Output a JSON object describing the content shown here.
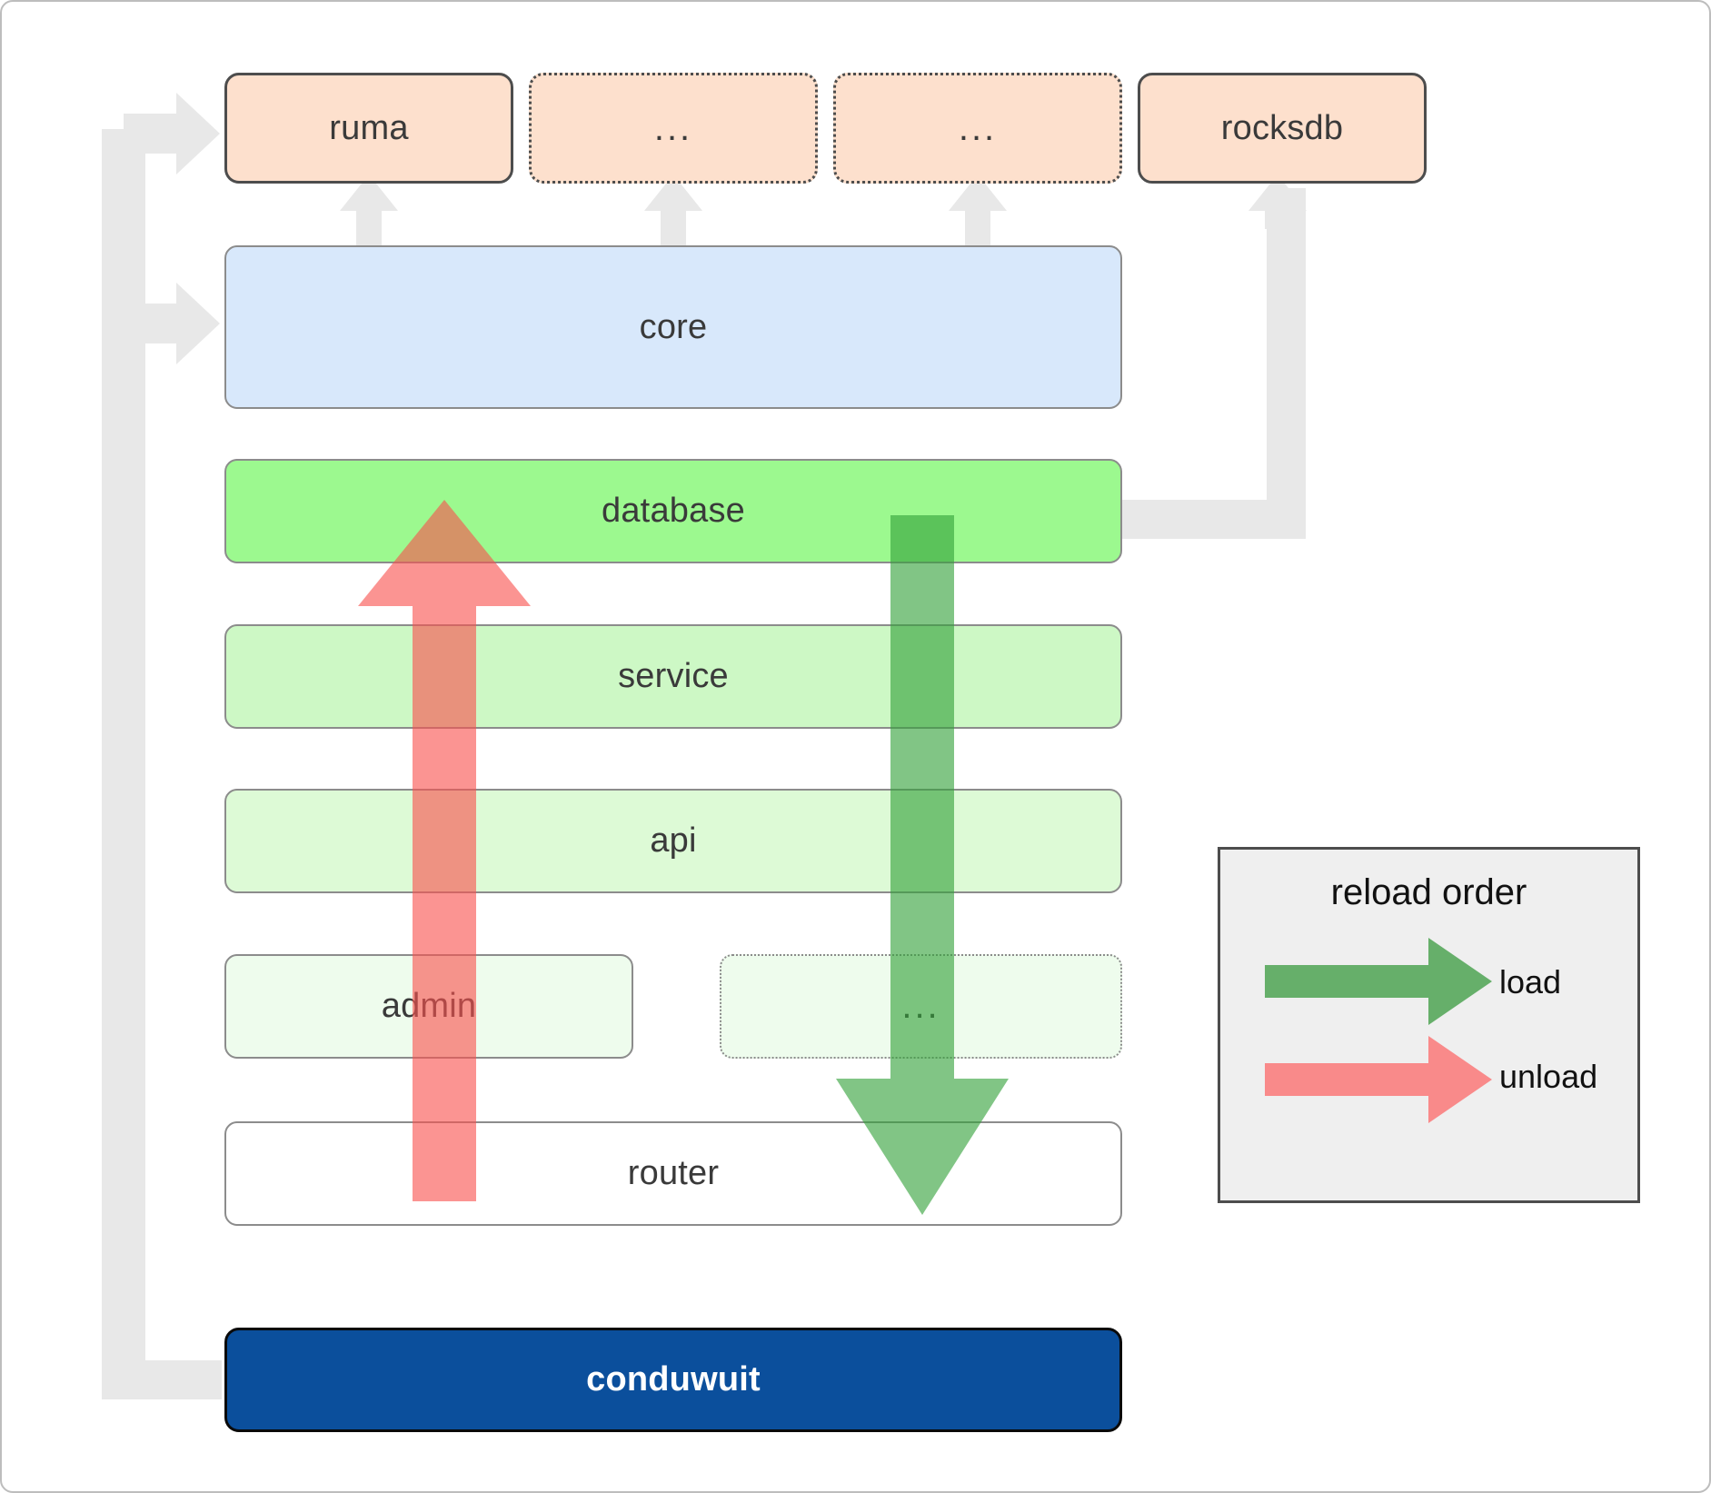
{
  "diagram": {
    "title": "conduwuit crate dependency / reload order diagram",
    "colors": {
      "dependency_fill": "#fde0cd",
      "core_fill": "#d8e8fb",
      "database_fill": "#9cf98f",
      "service_fill": "#cdf8c5",
      "api_fill": "#ddfad6",
      "admin_fill": "#eefced",
      "router_fill": "#ffffff",
      "brand_fill": "#0b4f9c",
      "connector_gray": "#e8e8e8",
      "load_green": "#57a75b",
      "unload_red": "#f98484",
      "legend_bg": "#efefef"
    },
    "dependencies": [
      {
        "label": "ruma",
        "style": "solid"
      },
      {
        "label": "...",
        "style": "dotted"
      },
      {
        "label": "...",
        "style": "dotted"
      },
      {
        "label": "rocksdb",
        "style": "solid"
      }
    ],
    "core": {
      "label": "core"
    },
    "layers": [
      {
        "label": "database",
        "style": "solid"
      },
      {
        "label": "service",
        "style": "solid"
      },
      {
        "label": "api",
        "style": "solid"
      }
    ],
    "admin_row": [
      {
        "label": "admin",
        "style": "solid"
      },
      {
        "label": "...",
        "style": "dotted"
      }
    ],
    "router": {
      "label": "router"
    },
    "brand": {
      "label": "conduwuit"
    },
    "legend": {
      "title": "reload order",
      "items": [
        {
          "label": "load",
          "color": "#57a75b"
        },
        {
          "label": "unload",
          "color": "#f98484"
        }
      ]
    }
  }
}
